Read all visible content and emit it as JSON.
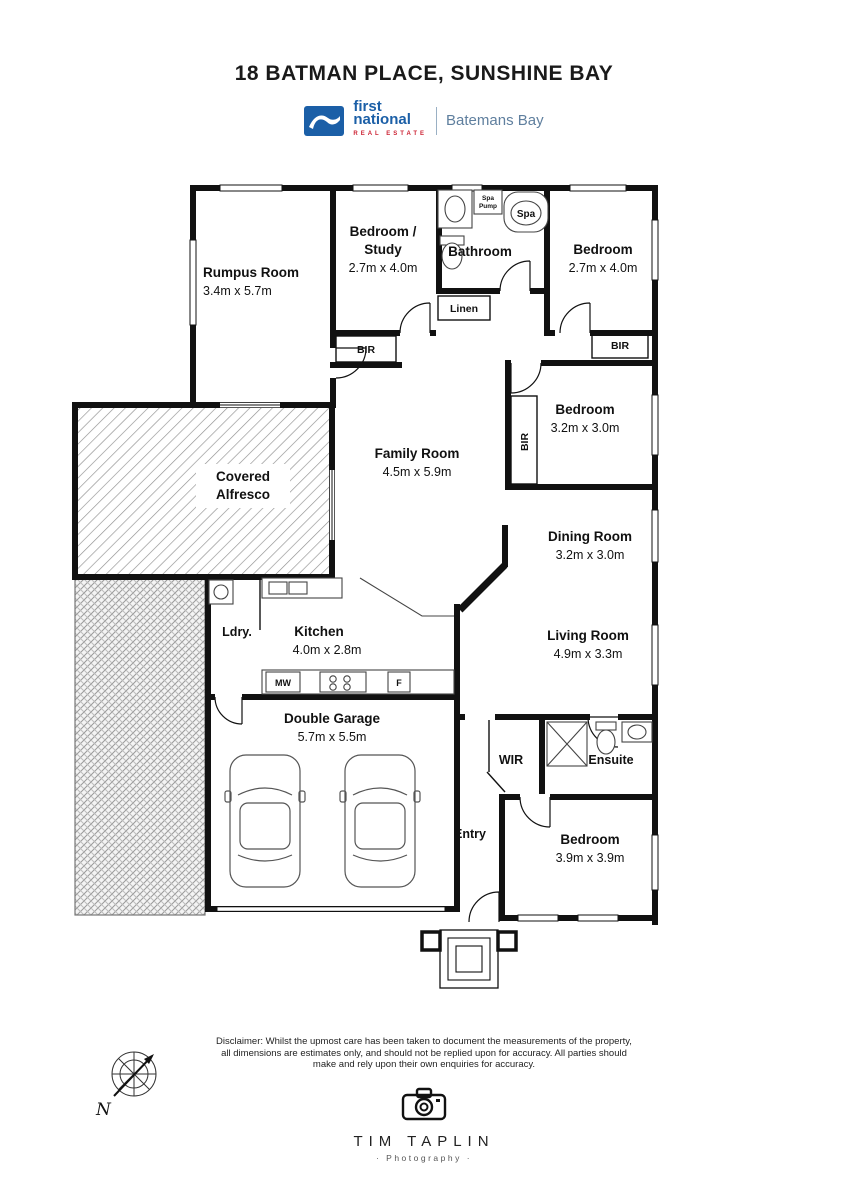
{
  "title": "18 BATMAN PLACE, SUNSHINE BAY",
  "agency": {
    "line1": "first",
    "line2": "national",
    "tagline": "REAL ESTATE",
    "location": "Batemans Bay"
  },
  "rooms": {
    "rumpus": {
      "name": "Rumpus Room",
      "dims": "3.4m x 5.7m"
    },
    "bedroom_study": {
      "name1": "Bedroom /",
      "name2": "Study",
      "dims": "2.7m x 4.0m"
    },
    "bathroom": {
      "name": "Bathroom"
    },
    "bedroom_top": {
      "name": "Bedroom",
      "dims": "2.7m x 4.0m"
    },
    "linen": {
      "name": "Linen"
    },
    "bedroom_mid": {
      "name": "Bedroom",
      "dims": "3.2m x 3.0m"
    },
    "family": {
      "name": "Family Room",
      "dims": "4.5m x 5.9m"
    },
    "alfresco": {
      "name1": "Covered",
      "name2": "Alfresco"
    },
    "dining": {
      "name": "Dining Room",
      "dims": "3.2m x 3.0m"
    },
    "living": {
      "name": "Living Room",
      "dims": "4.9m x 3.3m"
    },
    "laundry": {
      "name": "Ldry."
    },
    "kitchen": {
      "name": "Kitchen",
      "dims": "4.0m x 2.8m"
    },
    "garage": {
      "name": "Double Garage",
      "dims": "5.7m x 5.5m"
    },
    "wir": {
      "name": "WIR"
    },
    "ensuite": {
      "name": "Ensuite"
    },
    "entry": {
      "name": "Entry"
    },
    "bedroom_rear": {
      "name": "Bedroom",
      "dims": "3.9m x 3.9m"
    }
  },
  "labels": {
    "bir": "BIR",
    "spa": "Spa",
    "spa_pump_1": "Spa",
    "spa_pump_2": "Pump",
    "microwave": "MW",
    "fridge": "F"
  },
  "disclaimer": {
    "line1": "Disclaimer: Whilst the upmost care has been taken to document the measurements of the property,",
    "line2": "all dimensions are estimates only, and should not be replied upon for accuracy.  All parties should",
    "line3": "make and rely upon their own enquiries for accuracy."
  },
  "compass": {
    "north": "N"
  },
  "photographer": {
    "name": "TIM TAPLIN",
    "subtitle": "· Photography ·"
  },
  "colors": {
    "wall": "#111111",
    "agency_blue": "#1b5fa7",
    "agency_red": "#cc2233",
    "agency_gray": "#5f7f9e"
  }
}
